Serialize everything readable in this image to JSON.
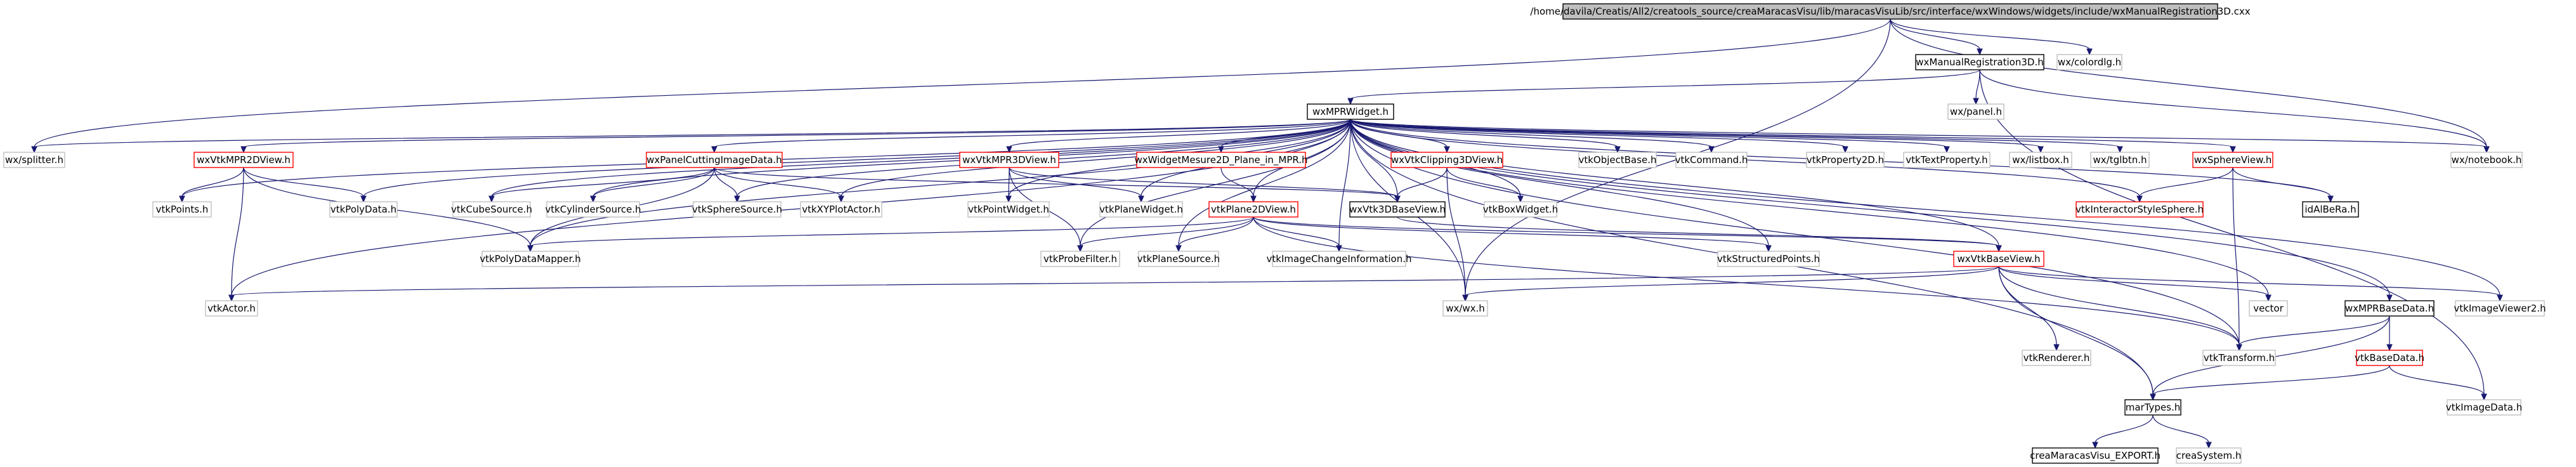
{
  "graph": {
    "colors": {
      "edge": "#191970",
      "root_fill": "#bfbfbf",
      "node_fill": "#ffffff",
      "border_black": "#000000",
      "border_red": "#ff0000",
      "border_gray": "#bfbfbf",
      "text": "#000000"
    },
    "nodes": [
      {
        "id": "root",
        "label": "/home/davila/Creatis/All2/creatools_source/creaMaracasVisu/lib/maracasVisuLib/src/interface/wxWindows/widgets/include/wxManualRegistration3D.cxx",
        "style": "root"
      },
      {
        "id": "wxManualRegistration3D.h",
        "label": "wxManualRegistration3D.h",
        "style": "black"
      },
      {
        "id": "wx/colordlg.h",
        "label": "wx/colordlg.h",
        "style": "gray"
      },
      {
        "id": "wxMPRWidget.h",
        "label": "wxMPRWidget.h",
        "style": "black"
      },
      {
        "id": "wx/panel.h",
        "label": "wx/panel.h",
        "style": "gray"
      },
      {
        "id": "wx/splitter.h",
        "label": "wx/splitter.h",
        "style": "gray"
      },
      {
        "id": "wxVtkMPR2DView.h",
        "label": "wxVtkMPR2DView.h",
        "style": "red"
      },
      {
        "id": "vtkPoints.h",
        "label": "vtkPoints.h",
        "style": "gray"
      },
      {
        "id": "vtkPolyData.h",
        "label": "vtkPolyData.h",
        "style": "gray"
      },
      {
        "id": "wxPanelCuttingImageData.h",
        "label": "wxPanelCuttingImageData.h",
        "style": "red"
      },
      {
        "id": "vtkCubeSource.h",
        "label": "vtkCubeSource.h",
        "style": "gray"
      },
      {
        "id": "vtkCylinderSource.h",
        "label": "vtkCylinderSource.h",
        "style": "gray"
      },
      {
        "id": "vtkSphereSource.h",
        "label": "vtkSphereSource.h",
        "style": "gray"
      },
      {
        "id": "vtkXYPlotActor.h",
        "label": "vtkXYPlotActor.h",
        "style": "gray"
      },
      {
        "id": "wxVtkMPR3DView.h",
        "label": "wxVtkMPR3DView.h",
        "style": "red"
      },
      {
        "id": "vtkPointWidget.h",
        "label": "vtkPointWidget.h",
        "style": "gray"
      },
      {
        "id": "vtkPlaneWidget.h",
        "label": "vtkPlaneWidget.h",
        "style": "gray"
      },
      {
        "id": "wxWidgetMesure2D_Plane_in_MPR.h",
        "label": "wxWidgetMesure2D_Plane_in_MPR.h",
        "style": "red"
      },
      {
        "id": "vtkPlane2DView.h",
        "label": "vtkPlane2DView.h",
        "style": "red"
      },
      {
        "id": "wxVtkClipping3DView.h",
        "label": "wxVtkClipping3DView.h",
        "style": "red"
      },
      {
        "id": "wxVtk3DBaseView.h",
        "label": "wxVtk3DBaseView.h",
        "style": "black"
      },
      {
        "id": "vtkBoxWidget.h",
        "label": "vtkBoxWidget.h",
        "style": "gray"
      },
      {
        "id": "vtkObjectBase.h",
        "label": "vtkObjectBase.h",
        "style": "gray"
      },
      {
        "id": "vtkCommand.h",
        "label": "vtkCommand.h",
        "style": "gray"
      },
      {
        "id": "vtkProperty2D.h",
        "label": "vtkProperty2D.h",
        "style": "gray"
      },
      {
        "id": "vtkTextProperty.h",
        "label": "vtkTextProperty.h",
        "style": "gray"
      },
      {
        "id": "wx/listbox.h",
        "label": "wx/listbox.h",
        "style": "gray"
      },
      {
        "id": "wx/tglbtn.h",
        "label": "wx/tglbtn.h",
        "style": "gray"
      },
      {
        "id": "wxSphereView.h",
        "label": "wxSphereView.h",
        "style": "red"
      },
      {
        "id": "vtkInteractorStyleSphere.h",
        "label": "vtkInteractorStyleSphere.h",
        "style": "red"
      },
      {
        "id": "idAlBeRa.h",
        "label": "idAlBeRa.h",
        "style": "black"
      },
      {
        "id": "wx/notebook.h",
        "label": "wx/notebook.h",
        "style": "gray"
      },
      {
        "id": "vtkPolyDataMapper.h",
        "label": "vtkPolyDataMapper.h",
        "style": "gray"
      },
      {
        "id": "vtkProbeFilter.h",
        "label": "vtkProbeFilter.h",
        "style": "gray"
      },
      {
        "id": "vtkPlaneSource.h",
        "label": "vtkPlaneSource.h",
        "style": "gray"
      },
      {
        "id": "vtkImageChangeInformation.h",
        "label": "vtkImageChangeInformation.h",
        "style": "gray"
      },
      {
        "id": "vtkStructuredPoints.h",
        "label": "vtkStructuredPoints.h",
        "style": "gray"
      },
      {
        "id": "wxVtkBaseView.h",
        "label": "wxVtkBaseView.h",
        "style": "red"
      },
      {
        "id": "vtkActor.h",
        "label": "vtkActor.h",
        "style": "gray"
      },
      {
        "id": "wx/wx.h",
        "label": "wx/wx.h",
        "style": "gray"
      },
      {
        "id": "vtkRenderer.h",
        "label": "vtkRenderer.h",
        "style": "gray"
      },
      {
        "id": "vector",
        "label": "vector",
        "style": "gray"
      },
      {
        "id": "wxMPRBaseData.h",
        "label": "wxMPRBaseData.h",
        "style": "black"
      },
      {
        "id": "vtkImageViewer2.h",
        "label": "vtkImageViewer2.h",
        "style": "gray"
      },
      {
        "id": "vtkTransform.h",
        "label": "vtkTransform.h",
        "style": "gray"
      },
      {
        "id": "vtkBaseData.h",
        "label": "vtkBaseData.h",
        "style": "red"
      },
      {
        "id": "marTypes.h",
        "label": "marTypes.h",
        "style": "black"
      },
      {
        "id": "vtkImageData.h",
        "label": "vtkImageData.h",
        "style": "gray"
      },
      {
        "id": "creaMaracasVisu_EXPORT.h",
        "label": "creaMaracasVisu_EXPORT.h",
        "style": "black"
      },
      {
        "id": "creaSystem.h",
        "label": "creaSystem.h",
        "style": "gray"
      }
    ],
    "edges": [
      [
        "root",
        "wxManualRegistration3D.h"
      ],
      [
        "root",
        "wx/colordlg.h"
      ],
      [
        "root",
        "wx/splitter.h"
      ],
      [
        "root",
        "wx/wx.h"
      ],
      [
        "root",
        "wx/notebook.h"
      ],
      [
        "wxManualRegistration3D.h",
        "wxMPRWidget.h"
      ],
      [
        "wxManualRegistration3D.h",
        "wx/panel.h"
      ],
      [
        "wxManualRegistration3D.h",
        "wx/notebook.h"
      ],
      [
        "wxManualRegistration3D.h",
        "vtkImageData.h"
      ],
      [
        "wxMPRWidget.h",
        "wx/splitter.h"
      ],
      [
        "wxMPRWidget.h",
        "wxVtkMPR2DView.h"
      ],
      [
        "wxMPRWidget.h",
        "vtkPoints.h"
      ],
      [
        "wxMPRWidget.h",
        "vtkPolyData.h"
      ],
      [
        "wxMPRWidget.h",
        "wxPanelCuttingImageData.h"
      ],
      [
        "wxMPRWidget.h",
        "vtkCubeSource.h"
      ],
      [
        "wxMPRWidget.h",
        "vtkCylinderSource.h"
      ],
      [
        "wxMPRWidget.h",
        "vtkSphereSource.h"
      ],
      [
        "wxMPRWidget.h",
        "vtkXYPlotActor.h"
      ],
      [
        "wxMPRWidget.h",
        "wxVtkMPR3DView.h"
      ],
      [
        "wxMPRWidget.h",
        "vtkPointWidget.h"
      ],
      [
        "wxMPRWidget.h",
        "vtkPlaneWidget.h"
      ],
      [
        "wxMPRWidget.h",
        "wxWidgetMesure2D_Plane_in_MPR.h"
      ],
      [
        "wxMPRWidget.h",
        "wxVtkClipping3DView.h"
      ],
      [
        "wxMPRWidget.h",
        "wxVtk3DBaseView.h"
      ],
      [
        "wxMPRWidget.h",
        "vtkBoxWidget.h"
      ],
      [
        "wxMPRWidget.h",
        "vtkObjectBase.h"
      ],
      [
        "wxMPRWidget.h",
        "vtkCommand.h"
      ],
      [
        "wxMPRWidget.h",
        "vtkProperty2D.h"
      ],
      [
        "wxMPRWidget.h",
        "vtkTextProperty.h"
      ],
      [
        "wxMPRWidget.h",
        "wx/listbox.h"
      ],
      [
        "wxMPRWidget.h",
        "wx/tglbtn.h"
      ],
      [
        "wxMPRWidget.h",
        "wxSphereView.h"
      ],
      [
        "wxMPRWidget.h",
        "vtkInteractorStyleSphere.h"
      ],
      [
        "wxMPRWidget.h",
        "idAlBeRa.h"
      ],
      [
        "wxMPRWidget.h",
        "wx/notebook.h"
      ],
      [
        "wxMPRWidget.h",
        "vtkPolyDataMapper.h"
      ],
      [
        "wxMPRWidget.h",
        "vtkProbeFilter.h"
      ],
      [
        "wxMPRWidget.h",
        "vtkPlaneSource.h"
      ],
      [
        "wxMPRWidget.h",
        "vtkImageChangeInformation.h"
      ],
      [
        "wxMPRWidget.h",
        "vtkStructuredPoints.h"
      ],
      [
        "wxMPRWidget.h",
        "wxVtkBaseView.h"
      ],
      [
        "wxMPRWidget.h",
        "vtkActor.h"
      ],
      [
        "wxMPRWidget.h",
        "wx/wx.h"
      ],
      [
        "wxMPRWidget.h",
        "vector"
      ],
      [
        "wxMPRWidget.h",
        "wxMPRBaseData.h"
      ],
      [
        "wxMPRWidget.h",
        "vtkImageViewer2.h"
      ],
      [
        "wxMPRWidget.h",
        "vtkTransform.h"
      ],
      [
        "wxMPRWidget.h",
        "marTypes.h"
      ],
      [
        "wxMPRWidget.h",
        "vtkPlane2DView.h"
      ],
      [
        "wxVtkMPR2DView.h",
        "vtkPoints.h"
      ],
      [
        "wxVtkMPR2DView.h",
        "vtkPolyData.h"
      ],
      [
        "wxVtkMPR2DView.h",
        "vtkPolyDataMapper.h"
      ],
      [
        "wxVtkMPR2DView.h",
        "vtkActor.h"
      ],
      [
        "wxPanelCuttingImageData.h",
        "vtkCubeSource.h"
      ],
      [
        "wxPanelCuttingImageData.h",
        "vtkCylinderSource.h"
      ],
      [
        "wxPanelCuttingImageData.h",
        "vtkSphereSource.h"
      ],
      [
        "wxPanelCuttingImageData.h",
        "vtkXYPlotActor.h"
      ],
      [
        "wxPanelCuttingImageData.h",
        "vtkPolyDataMapper.h"
      ],
      [
        "wxPanelCuttingImageData.h",
        "wxVtk3DBaseView.h"
      ],
      [
        "wxVtkMPR3DView.h",
        "vtkPointWidget.h"
      ],
      [
        "wxVtkMPR3DView.h",
        "vtkPlaneWidget.h"
      ],
      [
        "wxVtkMPR3DView.h",
        "vtkProbeFilter.h"
      ],
      [
        "wxVtkMPR3DView.h",
        "wxVtk3DBaseView.h"
      ],
      [
        "wxWidgetMesure2D_Plane_in_MPR.h",
        "vtkPlane2DView.h"
      ],
      [
        "vtkPlane2DView.h",
        "vtkPolyDataMapper.h"
      ],
      [
        "vtkPlane2DView.h",
        "vtkProbeFilter.h"
      ],
      [
        "vtkPlane2DView.h",
        "vtkPlaneSource.h"
      ],
      [
        "vtkPlane2DView.h",
        "vtkImageChangeInformation.h"
      ],
      [
        "vtkPlane2DView.h",
        "vtkStructuredPoints.h"
      ],
      [
        "vtkPlane2DView.h",
        "wxVtkBaseView.h"
      ],
      [
        "vtkPlane2DView.h",
        "vtkTransform.h"
      ],
      [
        "wxVtkClipping3DView.h",
        "wxVtk3DBaseView.h"
      ],
      [
        "wxVtkClipping3DView.h",
        "vtkBoxWidget.h"
      ],
      [
        "wxVtkClipping3DView.h",
        "wx/wx.h"
      ],
      [
        "wxVtk3DBaseView.h",
        "wxVtkBaseView.h"
      ],
      [
        "wxSphereView.h",
        "vtkInteractorStyleSphere.h"
      ],
      [
        "wxSphereView.h",
        "idAlBeRa.h"
      ],
      [
        "wxSphereView.h",
        "vtkTransform.h"
      ],
      [
        "wxVtkBaseView.h",
        "vtkActor.h"
      ],
      [
        "wxVtkBaseView.h",
        "wx/wx.h"
      ],
      [
        "wxVtkBaseView.h",
        "vtkRenderer.h"
      ],
      [
        "wxVtkBaseView.h",
        "vector"
      ],
      [
        "wxVtkBaseView.h",
        "vtkImageViewer2.h"
      ],
      [
        "wxVtkBaseView.h",
        "vtkTransform.h"
      ],
      [
        "wxVtkBaseView.h",
        "marTypes.h"
      ],
      [
        "wxMPRBaseData.h",
        "vtkTransform.h"
      ],
      [
        "wxMPRBaseData.h",
        "vtkBaseData.h"
      ],
      [
        "wxMPRBaseData.h",
        "marTypes.h"
      ],
      [
        "vtkBaseData.h",
        "marTypes.h"
      ],
      [
        "vtkBaseData.h",
        "vtkImageData.h"
      ],
      [
        "marTypes.h",
        "creaMaracasVisu_EXPORT.h"
      ],
      [
        "marTypes.h",
        "creaSystem.h"
      ]
    ]
  }
}
